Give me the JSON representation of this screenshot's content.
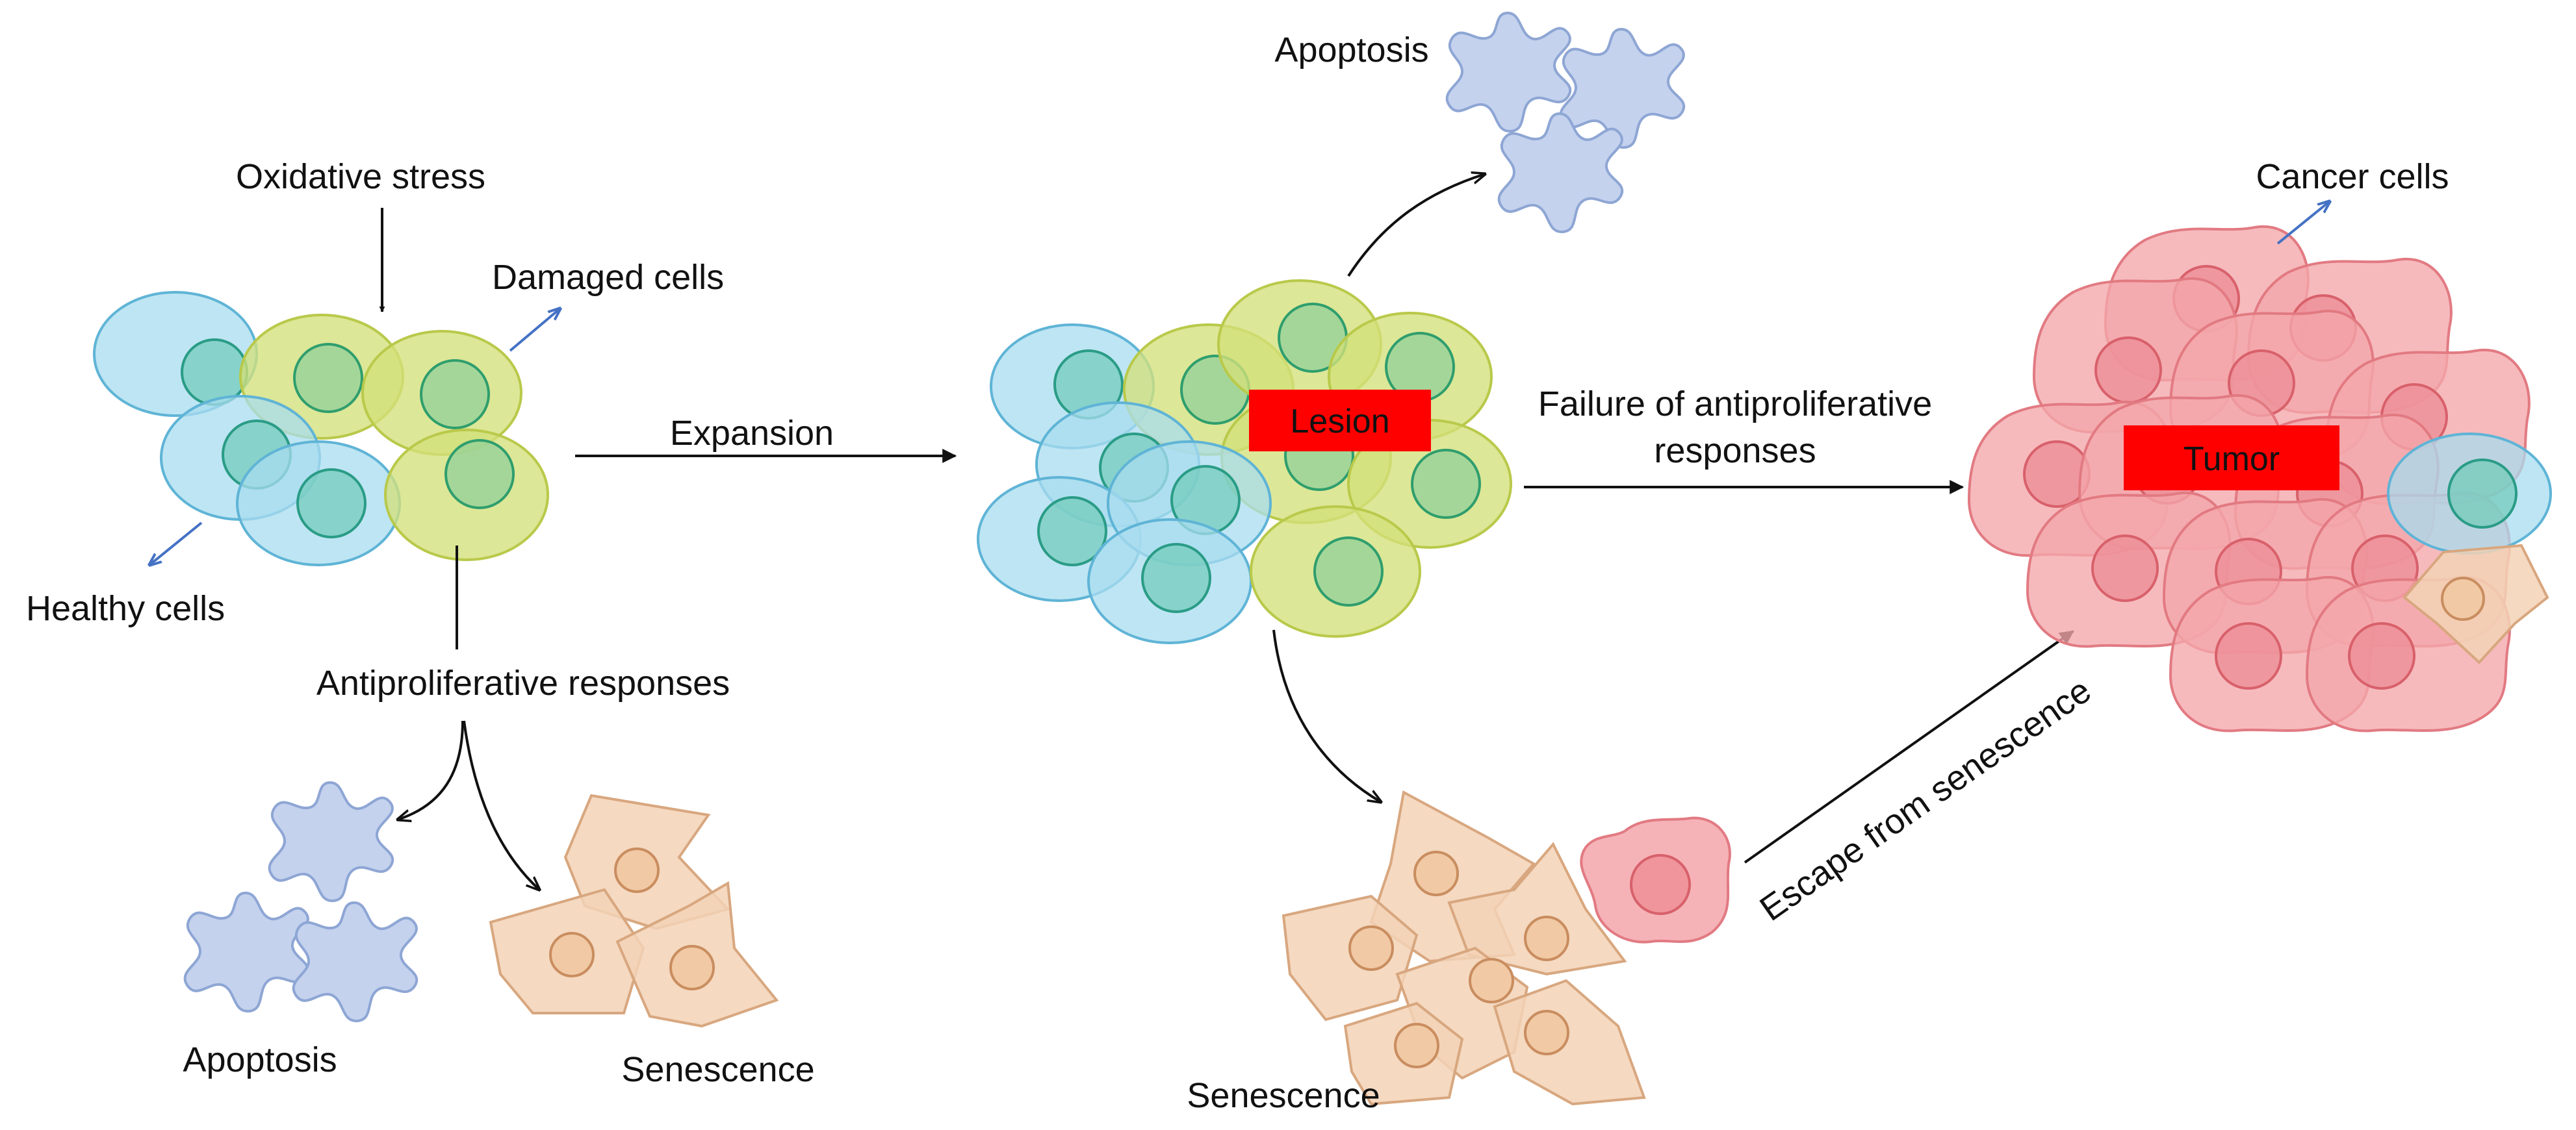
{
  "labels": {
    "oxidative_stress": "Oxidative stress",
    "damaged_cells": "Damaged cells",
    "healthy_cells": "Healthy cells",
    "antiproliferative_responses": "Antiproliferative responses",
    "apoptosis_left": "Apoptosis",
    "senescence_left": "Senescence",
    "expansion": "Expansion",
    "apoptosis_top": "Apoptosis",
    "lesion": "Lesion",
    "failure_line1": "Failure of antiproliferative",
    "failure_line2": "responses",
    "senescence_bottom": "Senescence",
    "escape_from_senescence": "Escape from senescence",
    "tumor": "Tumor",
    "cancer_cells": "Cancer cells"
  },
  "colors": {
    "healthy_cell": "#a8dcef",
    "damaged_cell": "#d2e07a",
    "apoptotic_cell": "#c4d2ee",
    "senescent_cell": "#f3d2b6",
    "cancer_cell": "#f3a6ab",
    "label_box": "#ff0000",
    "arrow": "#111111",
    "pointer_arrow": "#4472c4"
  }
}
